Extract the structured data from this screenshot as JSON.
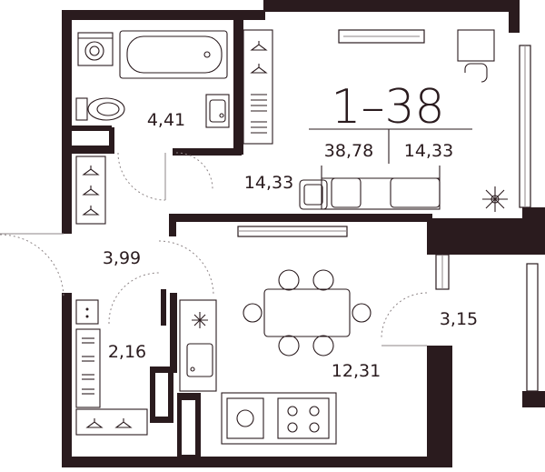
{
  "apartment": {
    "number": "1–38",
    "total_area": "38,78",
    "living_area": "14,33"
  },
  "rooms": {
    "bathroom": "4,41",
    "living_room": "14,33",
    "hallway": "3,99",
    "storage": "2,16",
    "kitchen": "12,31",
    "balcony": "3,15"
  },
  "colors": {
    "wall": "#2a1b1e",
    "line": "#8e8587",
    "background": "#ffffff"
  },
  "icons": [
    "washing-machine-icon",
    "bathtub-icon",
    "toilet-icon",
    "sink-icon",
    "hanger-icon",
    "armchair-icon",
    "sofa-icon",
    "snowflake-icon",
    "stove-icon",
    "dining-table-icon",
    "desk-icon"
  ]
}
